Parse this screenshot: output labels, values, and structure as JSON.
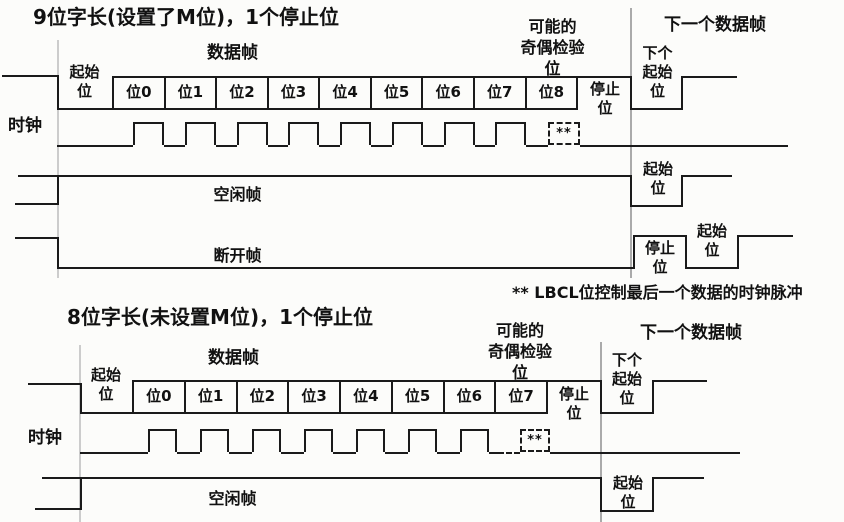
{
  "colors": {
    "line": "#1a1a1a",
    "divider": "#aaaaaa",
    "background": "#fcfcfa"
  },
  "footnote": "** LBCL位控制最后一个数据的时钟脉冲",
  "section_9bit": {
    "title": "9位字长(设置了M位)，1个停止位",
    "next_frame_label": "下一个数据帧",
    "data_frame_label": "数据帧",
    "parity_label": "可能的\n奇偶检验\n位",
    "clock_label": "时钟",
    "start_bit_label": "起始\n位",
    "stop_bit_label": "停止\n位",
    "next_start_label": "下个\n起始\n位",
    "bits": [
      "位0",
      "位1",
      "位2",
      "位3",
      "位4",
      "位5",
      "位6",
      "位7",
      "位8"
    ],
    "lbcl_mark": "**",
    "idle_row": {
      "label": "空闲帧",
      "start_bit_label": "起始\n位"
    },
    "break_row": {
      "label": "断开帧",
      "stop_bit_label": "停止\n位",
      "start_bit_label": "起始\n位"
    }
  },
  "section_8bit": {
    "title": "8位字长(未设置M位)，1个停止位",
    "next_frame_label": "下一个数据帧",
    "data_frame_label": "数据帧",
    "parity_label": "可能的\n奇偶检验\n位",
    "clock_label": "时钟",
    "start_bit_label": "起始\n位",
    "stop_bit_label": "停止\n位",
    "next_start_label": "下个\n起始\n位",
    "bits": [
      "位0",
      "位1",
      "位2",
      "位3",
      "位4",
      "位5",
      "位6",
      "位7"
    ],
    "lbcl_mark": "**",
    "idle_row": {
      "label": "空闲帧",
      "start_bit_label": "起始\n位"
    }
  }
}
